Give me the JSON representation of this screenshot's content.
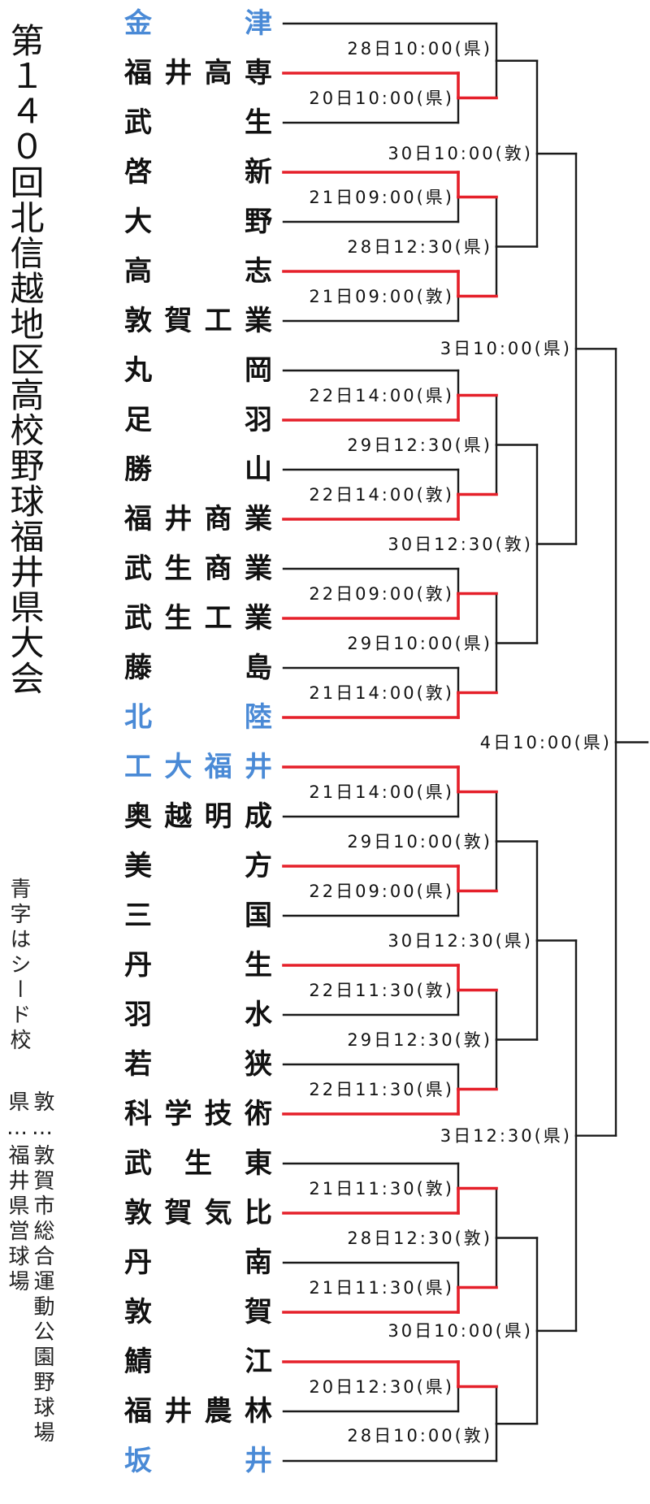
{
  "title": "第１４０回北信越地区高校野球福井県大会",
  "legend": {
    "seed_note": "青字はシード校",
    "venue_tsuruga": "敦…敦賀市総合運動公園野球場",
    "venue_ken": "県…福井県営球場"
  },
  "colors": {
    "seed_team": "#4a8ad6",
    "team": "#111111",
    "result_line": "#e5202a",
    "line": "#1a1a1a"
  },
  "teams": [
    {
      "name": "金津",
      "seed": true
    },
    {
      "name": "福井高専",
      "seed": false
    },
    {
      "name": "武生",
      "seed": false
    },
    {
      "name": "啓新",
      "seed": false
    },
    {
      "name": "大野",
      "seed": false
    },
    {
      "name": "高志",
      "seed": false
    },
    {
      "name": "敦賀工業",
      "seed": false
    },
    {
      "name": "丸岡",
      "seed": false
    },
    {
      "name": "足羽",
      "seed": false
    },
    {
      "name": "勝山",
      "seed": false
    },
    {
      "name": "福井商業",
      "seed": false
    },
    {
      "name": "武生商業",
      "seed": false
    },
    {
      "name": "武生工業",
      "seed": false
    },
    {
      "name": "藤島",
      "seed": false
    },
    {
      "name": "北陸",
      "seed": true
    },
    {
      "name": "工大福井",
      "seed": true
    },
    {
      "name": "奥越明成",
      "seed": false
    },
    {
      "name": "美方",
      "seed": false
    },
    {
      "name": "三国",
      "seed": false
    },
    {
      "name": "丹生",
      "seed": false
    },
    {
      "name": "羽水",
      "seed": false
    },
    {
      "name": "若狭",
      "seed": false
    },
    {
      "name": "科学技術",
      "seed": false
    },
    {
      "name": "武生東",
      "seed": false
    },
    {
      "name": "敦賀気比",
      "seed": false
    },
    {
      "name": "丹南",
      "seed": false
    },
    {
      "name": "敦賀",
      "seed": false
    },
    {
      "name": "鯖江",
      "seed": false
    },
    {
      "name": "福井農林",
      "seed": false
    },
    {
      "name": "坂井",
      "seed": true
    }
  ],
  "bracket": {
    "label": "4日10:00(県)",
    "children": [
      {
        "label": "3日10:00(県)",
        "children": [
          {
            "label": "30日10:00(敦)",
            "children": [
              {
                "label": "28日10:00(県)",
                "children": [
                  {
                    "team": 0
                  },
                  {
                    "label": "20日10:00(県)",
                    "winner": 0,
                    "children": [
                      {
                        "team": 1
                      },
                      {
                        "team": 2
                      }
                    ]
                  }
                ]
              },
              {
                "label": "28日12:30(県)",
                "children": [
                  {
                    "label": "21日09:00(県)",
                    "winner": 0,
                    "children": [
                      {
                        "team": 3
                      },
                      {
                        "team": 4
                      }
                    ]
                  },
                  {
                    "label": "21日09:00(敦)",
                    "winner": 0,
                    "children": [
                      {
                        "team": 5
                      },
                      {
                        "team": 6
                      }
                    ]
                  }
                ]
              }
            ]
          },
          {
            "label": "30日12:30(敦)",
            "children": [
              {
                "label": "29日12:30(県)",
                "children": [
                  {
                    "label": "22日14:00(県)",
                    "winner": 1,
                    "children": [
                      {
                        "team": 7
                      },
                      {
                        "team": 8
                      }
                    ]
                  },
                  {
                    "label": "22日14:00(敦)",
                    "winner": 1,
                    "children": [
                      {
                        "team": 9
                      },
                      {
                        "team": 10
                      }
                    ]
                  }
                ]
              },
              {
                "label": "29日10:00(県)",
                "children": [
                  {
                    "label": "22日09:00(敦)",
                    "winner": 1,
                    "children": [
                      {
                        "team": 11
                      },
                      {
                        "team": 12
                      }
                    ]
                  },
                  {
                    "label": "21日14:00(敦)",
                    "winner": 1,
                    "children": [
                      {
                        "team": 13
                      },
                      {
                        "team": 14
                      }
                    ]
                  }
                ]
              }
            ]
          }
        ]
      },
      {
        "label": "3日12:30(県)",
        "children": [
          {
            "label": "30日12:30(県)",
            "children": [
              {
                "label": "29日10:00(敦)",
                "children": [
                  {
                    "label": "21日14:00(県)",
                    "winner": 0,
                    "children": [
                      {
                        "team": 15
                      },
                      {
                        "team": 16
                      }
                    ]
                  },
                  {
                    "label": "22日09:00(県)",
                    "winner": 0,
                    "children": [
                      {
                        "team": 17
                      },
                      {
                        "team": 18
                      }
                    ]
                  }
                ]
              },
              {
                "label": "29日12:30(敦)",
                "children": [
                  {
                    "label": "22日11:30(敦)",
                    "winner": 0,
                    "children": [
                      {
                        "team": 19
                      },
                      {
                        "team": 20
                      }
                    ]
                  },
                  {
                    "label": "22日11:30(県)",
                    "winner": 1,
                    "children": [
                      {
                        "team": 21
                      },
                      {
                        "team": 22
                      }
                    ]
                  }
                ]
              }
            ]
          },
          {
            "label": "30日10:00(県)",
            "children": [
              {
                "label": "28日12:30(敦)",
                "children": [
                  {
                    "label": "21日11:30(敦)",
                    "winner": 1,
                    "children": [
                      {
                        "team": 23
                      },
                      {
                        "team": 24
                      }
                    ]
                  },
                  {
                    "label": "21日11:30(県)",
                    "winner": 1,
                    "children": [
                      {
                        "team": 25
                      },
                      {
                        "team": 26
                      }
                    ]
                  }
                ]
              },
              {
                "label": "28日10:00(敦)",
                "children": [
                  {
                    "label": "20日12:30(県)",
                    "winner": 0,
                    "children": [
                      {
                        "team": 27
                      },
                      {
                        "team": 28
                      }
                    ]
                  },
                  {
                    "team": 29
                  }
                ]
              }
            ]
          }
        ]
      }
    ]
  }
}
